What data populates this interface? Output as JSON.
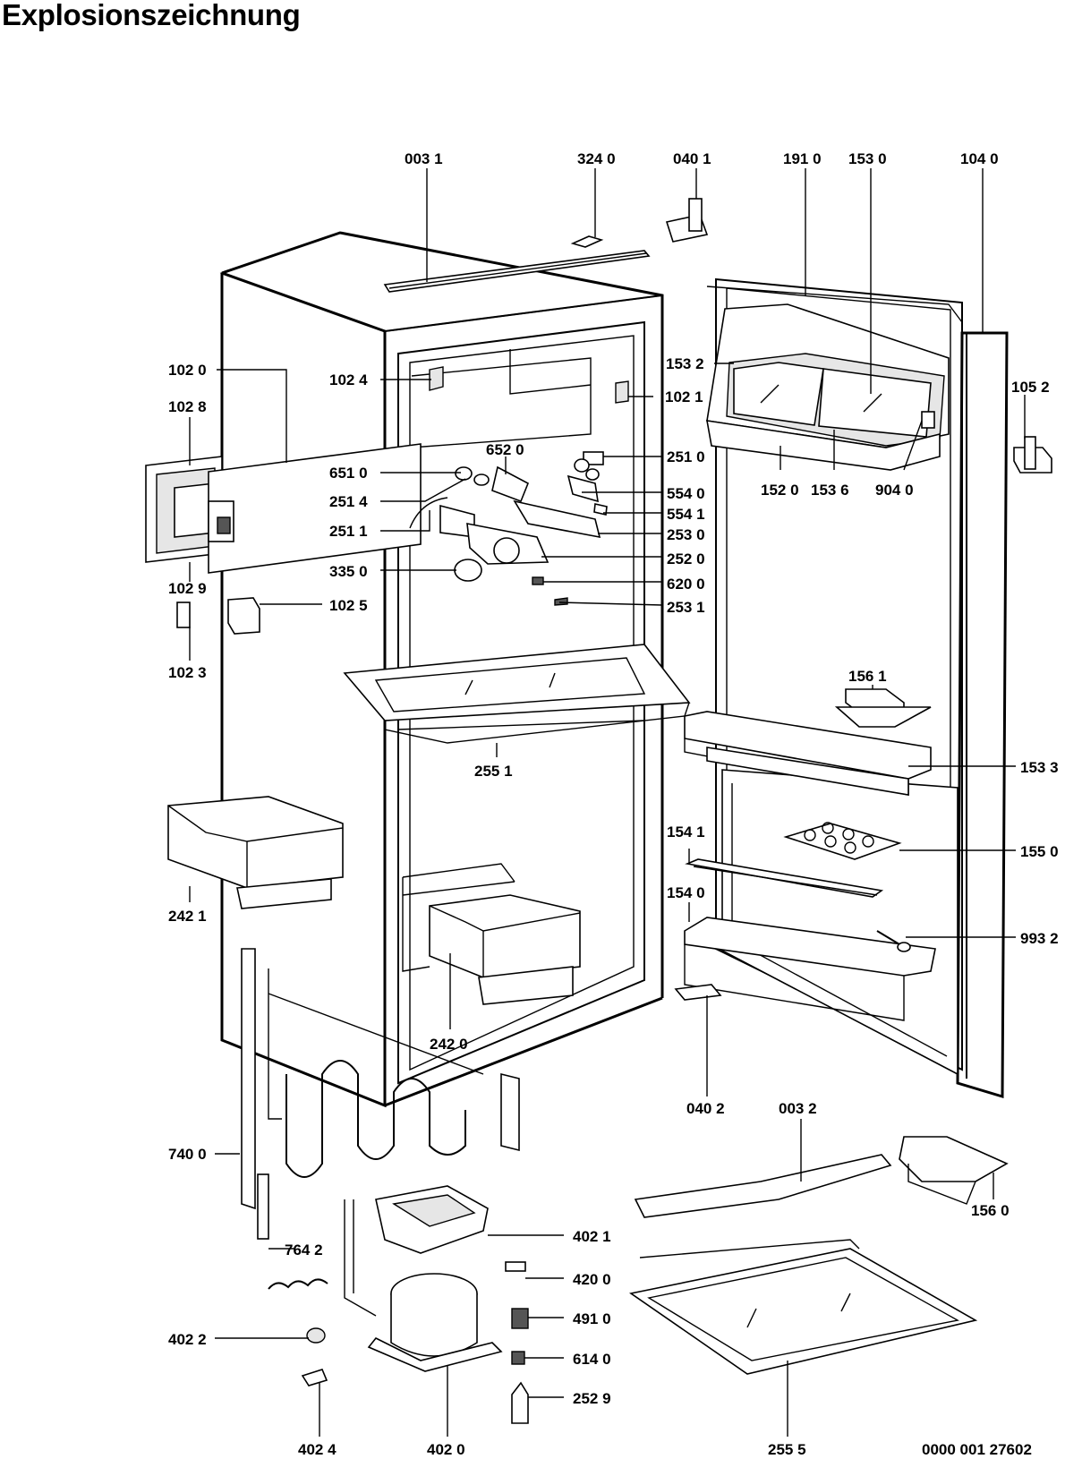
{
  "title": "Explosionszeichnung",
  "drawing_number": "0000 001 27602",
  "parts": [
    {
      "id": "p0031",
      "number": "003 1"
    },
    {
      "id": "p3240",
      "number": "324 0"
    },
    {
      "id": "p0401",
      "number": "040 1"
    },
    {
      "id": "p1910",
      "number": "191 0"
    },
    {
      "id": "p1530",
      "number": "153 0"
    },
    {
      "id": "p1040",
      "number": "104 0"
    },
    {
      "id": "p1532",
      "number": "153 2"
    },
    {
      "id": "p1052",
      "number": "105 2"
    },
    {
      "id": "p1020",
      "number": "102 0"
    },
    {
      "id": "p1024",
      "number": "102 4"
    },
    {
      "id": "p1021",
      "number": "102 1"
    },
    {
      "id": "p1028",
      "number": "102 8"
    },
    {
      "id": "p6520",
      "number": "652 0"
    },
    {
      "id": "p2510",
      "number": "251 0"
    },
    {
      "id": "p6510",
      "number": "651 0"
    },
    {
      "id": "p1520",
      "number": "152 0"
    },
    {
      "id": "p1536",
      "number": "153 6"
    },
    {
      "id": "p9040",
      "number": "904 0"
    },
    {
      "id": "p2514",
      "number": "251 4"
    },
    {
      "id": "p5540",
      "number": "554 0"
    },
    {
      "id": "p5541",
      "number": "554 1"
    },
    {
      "id": "p2511",
      "number": "251 1"
    },
    {
      "id": "p2530",
      "number": "253 0"
    },
    {
      "id": "p2520",
      "number": "252 0"
    },
    {
      "id": "p3350",
      "number": "335 0"
    },
    {
      "id": "p6200",
      "number": "620 0"
    },
    {
      "id": "p1029",
      "number": "102 9"
    },
    {
      "id": "p1025",
      "number": "102 5"
    },
    {
      "id": "p2531",
      "number": "253 1"
    },
    {
      "id": "p1023",
      "number": "102 3"
    },
    {
      "id": "p1561",
      "number": "156 1"
    },
    {
      "id": "p2551",
      "number": "255 1"
    },
    {
      "id": "p1533",
      "number": "153 3"
    },
    {
      "id": "p1541",
      "number": "154 1"
    },
    {
      "id": "p1550",
      "number": "155 0"
    },
    {
      "id": "p1540",
      "number": "154 0"
    },
    {
      "id": "p2421",
      "number": "242 1"
    },
    {
      "id": "p9932",
      "number": "993 2"
    },
    {
      "id": "p2420",
      "number": "242 0"
    },
    {
      "id": "p0402",
      "number": "040 2"
    },
    {
      "id": "p0032",
      "number": "003 2"
    },
    {
      "id": "p7400",
      "number": "740 0"
    },
    {
      "id": "p1560",
      "number": "156 0"
    },
    {
      "id": "p4021",
      "number": "402 1"
    },
    {
      "id": "p7642",
      "number": "764 2"
    },
    {
      "id": "p4200",
      "number": "420 0"
    },
    {
      "id": "p4910",
      "number": "491 0"
    },
    {
      "id": "p4022",
      "number": "402 2"
    },
    {
      "id": "p6140",
      "number": "614 0"
    },
    {
      "id": "p2529",
      "number": "252 9"
    },
    {
      "id": "p4024",
      "number": "402 4"
    },
    {
      "id": "p4020",
      "number": "402 0"
    },
    {
      "id": "p2555",
      "number": "255 5"
    }
  ]
}
